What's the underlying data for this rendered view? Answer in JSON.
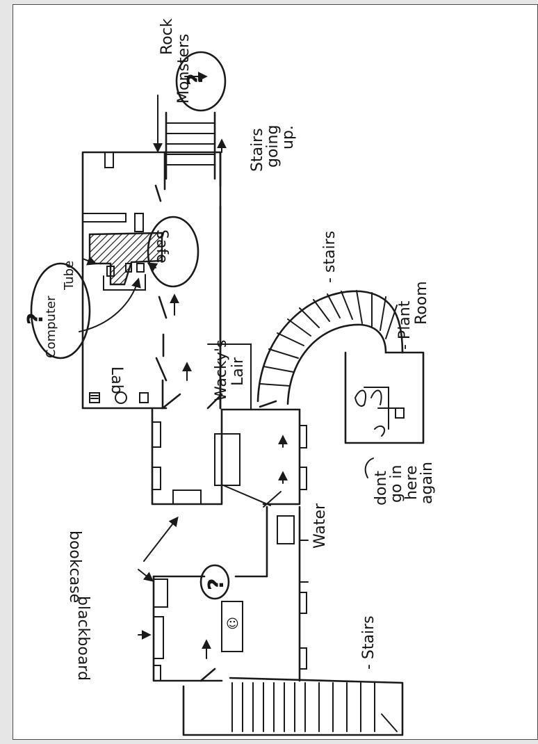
{
  "labels": {
    "rock_monsters_1": "Rock",
    "rock_monsters_2": "Monsters",
    "stairs_up_1": "Stairs",
    "stairs_up_2": "going",
    "stairs_up_3": "up.",
    "computer": "Computer",
    "tube": "Tube",
    "safe": "Safe",
    "question": "?",
    "lab": "Lab",
    "wackys_1": "Wacky's",
    "wackys_2": "Lair",
    "stairs_curved": "- stairs",
    "plant_room_1": "- Plant",
    "plant_room_2": "Room",
    "dont_1": "dont",
    "dont_2": "go in",
    "dont_3": "here",
    "dont_4": "again",
    "bookcase": "bookcase",
    "blackboard": "blackboard",
    "water": "Water",
    "stairs_bottom": "- Stairs"
  },
  "colors": {
    "ink": "#1a1a1a",
    "paper": "#ffffff",
    "border": "#4a4a4a",
    "background": "#e6e6e6"
  }
}
